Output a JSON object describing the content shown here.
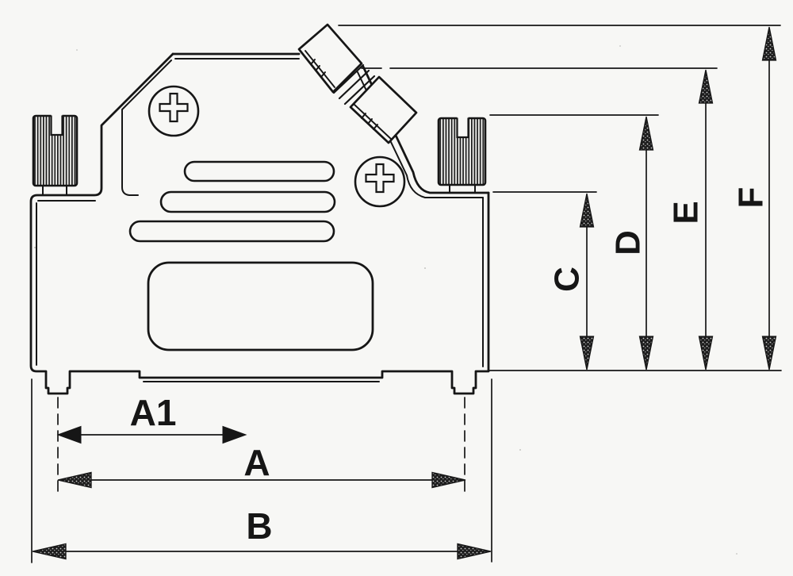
{
  "drawing": {
    "description": "Dimensioned side-view technical line drawing of a D-sub connector hood with 45-degree cable exit, knurled thumbscrews, Phillips screws and vent slots",
    "background_color": "#f7f7f5",
    "line_color": "#161616"
  },
  "dimensions": {
    "a1": {
      "label": "A1",
      "orientation": "horizontal"
    },
    "a": {
      "label": "A",
      "orientation": "horizontal"
    },
    "b": {
      "label": "B",
      "orientation": "horizontal"
    },
    "c": {
      "label": "C",
      "orientation": "vertical"
    },
    "d": {
      "label": "D",
      "orientation": "vertical"
    },
    "e": {
      "label": "E",
      "orientation": "vertical"
    },
    "f": {
      "label": "F",
      "orientation": "vertical"
    }
  }
}
